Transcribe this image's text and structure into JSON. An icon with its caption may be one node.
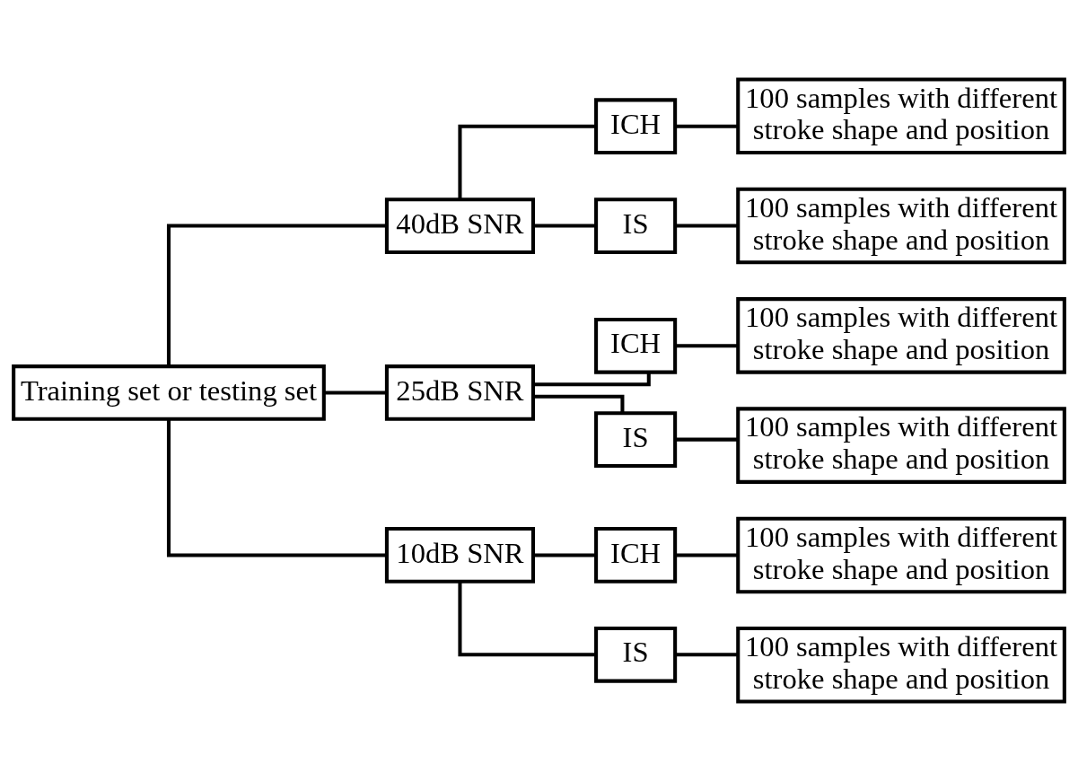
{
  "diagram": {
    "nodes": [
      {
        "text": [
          "Training set or testing set"
        ]
      },
      {
        "text": [
          "40dB SNR"
        ]
      },
      {
        "text": [
          "ICH"
        ]
      },
      {
        "text": [
          "100 samples with different stroke shape and position"
        ]
      },
      {
        "text": [
          "IS"
        ]
      },
      {
        "text": [
          "100 samples with different stroke shape and position"
        ]
      },
      {
        "text": [
          "25dB SNR"
        ]
      },
      {
        "text": [
          "ICH"
        ]
      },
      {
        "text": [
          "100 samples with different stroke shape and position"
        ]
      },
      {
        "text": [
          "IS"
        ]
      },
      {
        "text": [
          "100 samples with different stroke shape and position"
        ]
      },
      {
        "text": [
          "10dB SNR"
        ]
      },
      {
        "text": [
          "ICH"
        ]
      },
      {
        "text": [
          "100 samples with different stroke shape and position"
        ]
      },
      {
        "text": [
          "IS"
        ]
      },
      {
        "text": [
          "100 samples with different stroke shape and position"
        ]
      }
    ],
    "edges": [
      {
        "from": 0,
        "to": 1,
        "arrow": "none"
      },
      {
        "from": 0,
        "to": 6,
        "arrow": "none"
      },
      {
        "from": 0,
        "to": 11,
        "arrow": "none"
      },
      {
        "from": 1,
        "to": 2,
        "arrow": "none"
      },
      {
        "from": 1,
        "to": 4,
        "arrow": "none"
      },
      {
        "from": 2,
        "to": 3,
        "arrow": "none"
      },
      {
        "from": 4,
        "to": 5,
        "arrow": "none"
      },
      {
        "from": 6,
        "to": 7,
        "arrow": "none"
      },
      {
        "from": 6,
        "to": 9,
        "arrow": "none"
      },
      {
        "from": 7,
        "to": 8,
        "arrow": "none"
      },
      {
        "from": 9,
        "to": 10,
        "arrow": "none"
      },
      {
        "from": 11,
        "to": 12,
        "arrow": "none"
      },
      {
        "from": 11,
        "to": 14,
        "arrow": "none"
      },
      {
        "from": 12,
        "to": 13,
        "arrow": "none"
      },
      {
        "from": 14,
        "to": 15,
        "arrow": "none"
      }
    ]
  }
}
